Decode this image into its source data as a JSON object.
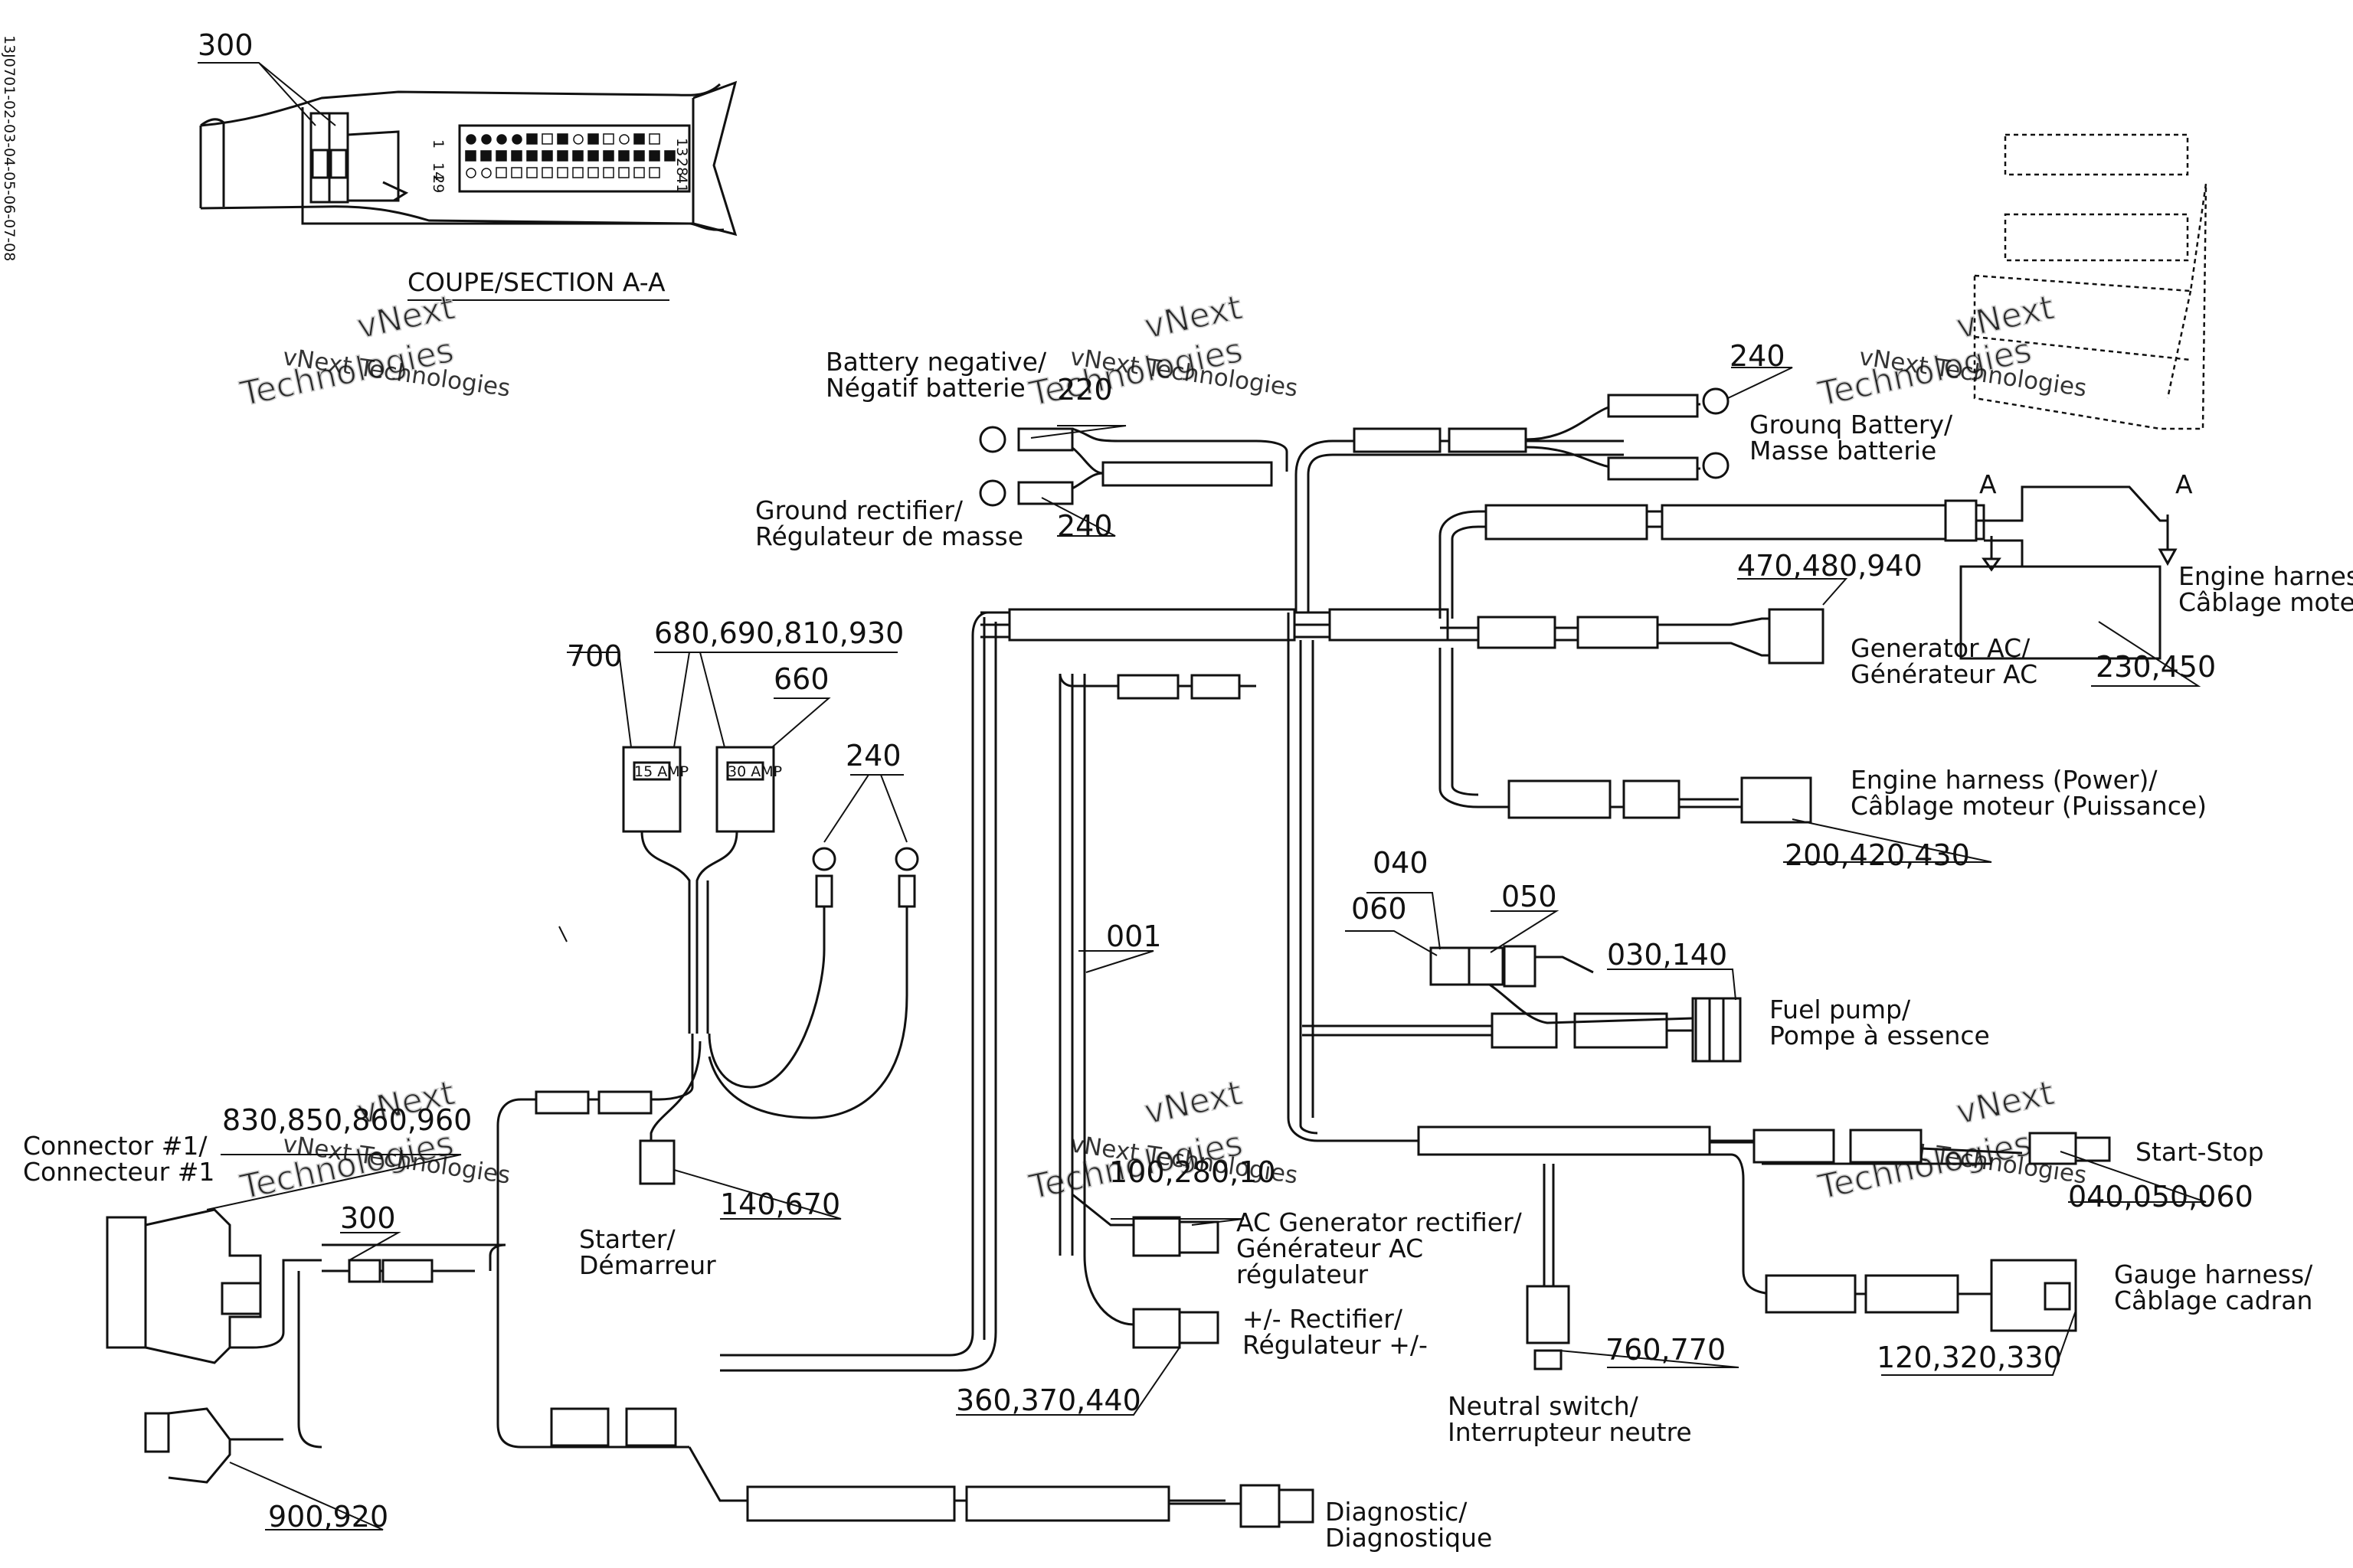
{
  "side_code": "13J0701-02-03-04-05-06-07-08",
  "watermark": {
    "line1": "vNext",
    "line2": "Technologies",
    "small": "vNext Technologies"
  },
  "section": {
    "title": "COUPE/SECTION A-A",
    "callout": "300",
    "pins": [
      "1",
      "14",
      "29",
      "13",
      "28",
      "41"
    ]
  },
  "fuses": {
    "left": "15 AMP",
    "right": "30 AMP"
  },
  "callouts": {
    "c700": "700",
    "c680": "680,690,810,930",
    "c660": "660",
    "c240_fuse": "240",
    "c220": "220",
    "c240_rect": "240",
    "c240_ground": "240",
    "c470": "470,480,940",
    "c230": "230,450",
    "c200": "200,420,430",
    "c040": "040",
    "c060": "060",
    "c050": "050",
    "c030": "030,140",
    "c001": "001",
    "c830": "830,850,860,960",
    "c300": "300",
    "c140": "140,670",
    "c100": "100,280,10",
    "c360": "360,370,440",
    "c760": "760,770",
    "c040b": "040,050,060",
    "c120": "120,320,330",
    "c900": "900,920",
    "sectionA_left": "A",
    "sectionA_right": "A"
  },
  "labels": {
    "battery_negative": [
      "Battery negative/",
      "Négatif batterie"
    ],
    "ground_rectifier": [
      "Ground rectifier/",
      "Régulateur de masse"
    ],
    "ground_battery": [
      "Grounq Battery/",
      "Masse batterie"
    ],
    "engine_harness": [
      "Engine harness",
      "Câblage moteur"
    ],
    "generator_ac": [
      "Generator AC/",
      "Générateur AC"
    ],
    "engine_power": [
      "Engine harness (Power)/",
      "Câblage moteur (Puissance)"
    ],
    "fuel_pump": [
      "Fuel pump/",
      "Pompe à essence"
    ],
    "start_stop": [
      "Start-Stop"
    ],
    "gauge_harness": [
      "Gauge harness/",
      "Câblage cadran"
    ],
    "neutral_switch": [
      "Neutral switch/",
      "Interrupteur neutre"
    ],
    "diagnostic": [
      "Diagnostic/",
      "Diagnostique"
    ],
    "ac_generator_rect": [
      "AC Generator rectifier/",
      "Générateur AC",
      "régulateur"
    ],
    "rectifier": [
      "+/- Rectifier/",
      "Régulateur +/-"
    ],
    "starter": [
      "Starter/",
      "Démarreur"
    ],
    "connector1": [
      "Connector #1/",
      "Connecteur #1"
    ]
  }
}
